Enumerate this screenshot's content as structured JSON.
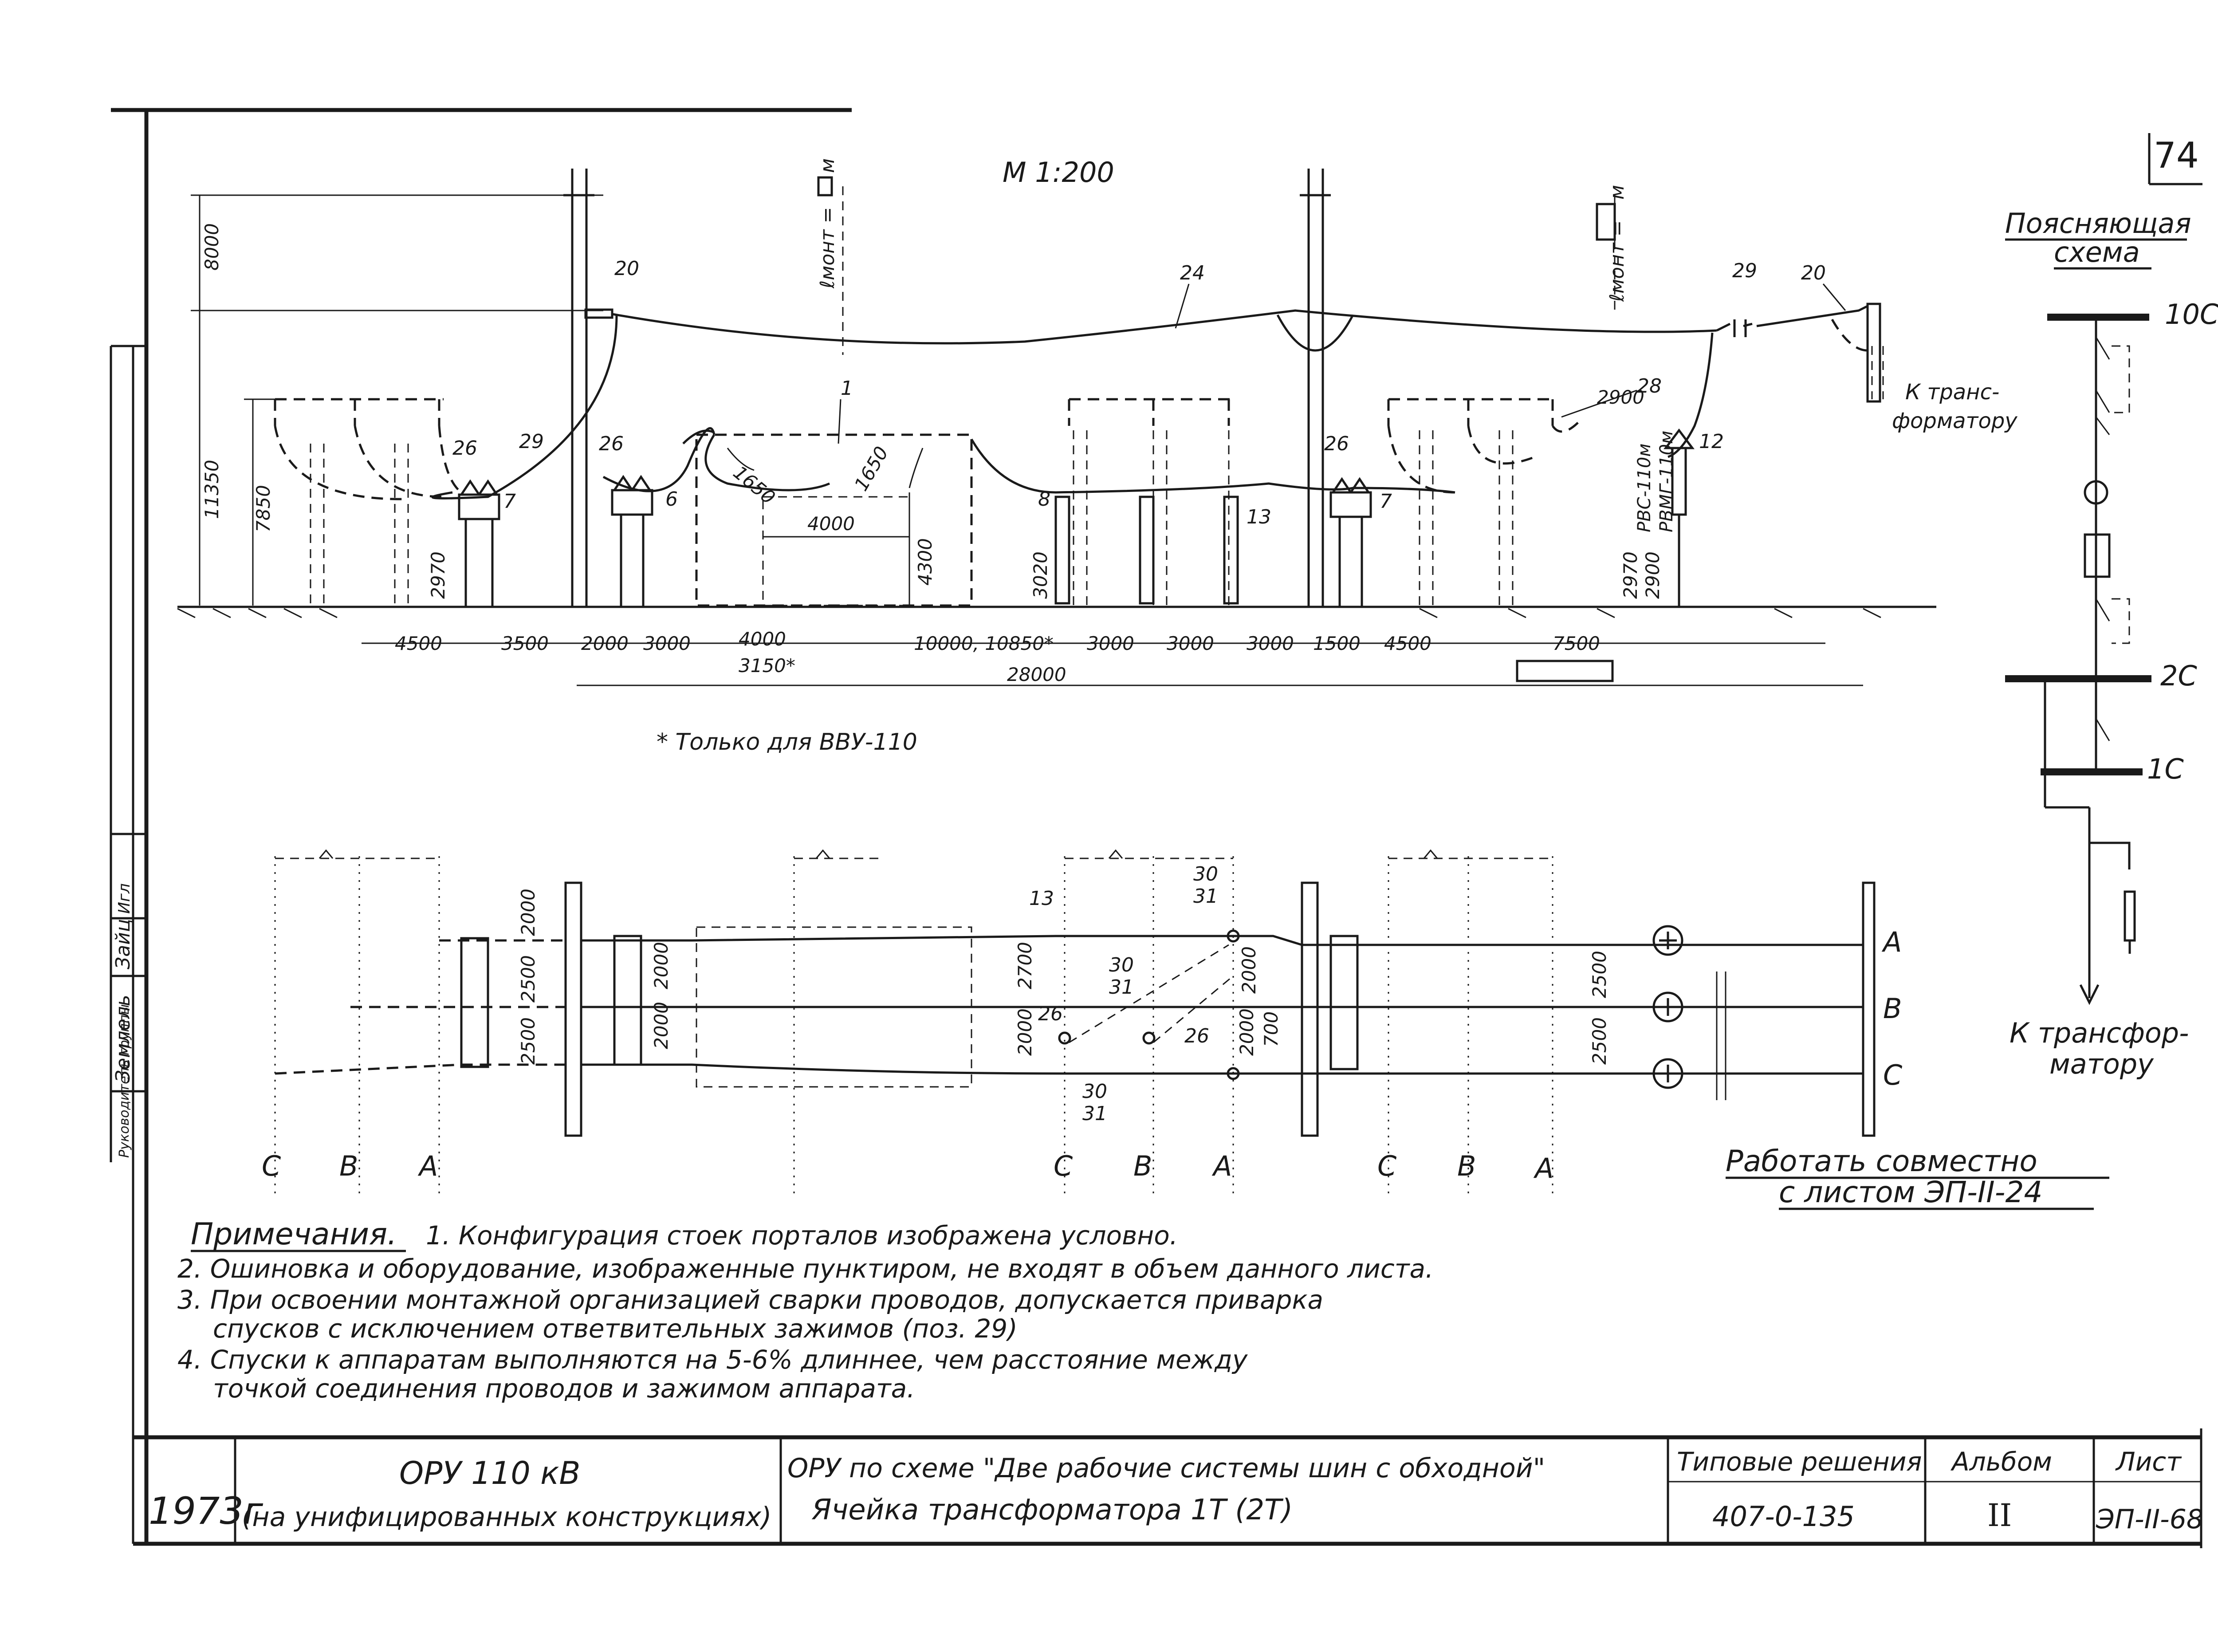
{
  "sheet_number": "74",
  "scale": "М 1:200",
  "explanatory_scheme": {
    "title_line1": "Поясняющая",
    "title_line2": "схема",
    "bus_top": "10С",
    "bus_2": "2С",
    "bus_1": "1С",
    "to_transformer_line1": "К трансфор-",
    "to_transformer_line2": "матору"
  },
  "elevation": {
    "heights": [
      "8000",
      "11350",
      "7850",
      "2970",
      "3020",
      "4300",
      "2970",
      "2900"
    ],
    "l_mont_left": "ℓмонт =",
    "l_mont_right": "ℓмонт =",
    "l_mont_unit": "м",
    "arc_left": "1650",
    "arc_right": "1650",
    "box_width": "4000",
    "sag_2900": "2900",
    "arrester_1": "РВС-110м",
    "arrester_2": "РВМГ-110м",
    "to_transformer_line1": "К транс-",
    "to_transformer_line2": "форматору",
    "dims_row1": [
      "4500",
      "3500",
      "2000",
      "3000",
      "4000",
      "10000, 10850*",
      "3000",
      "3000",
      "3000",
      "1500",
      "4500",
      "7500"
    ],
    "dim_3150": "3150*",
    "dim_total": "28000",
    "footnote": "* Только для ВВУ-110",
    "callouts": [
      "1",
      "6",
      "7",
      "7",
      "8",
      "12",
      "13",
      "20",
      "20",
      "24",
      "26",
      "26",
      "26",
      "28",
      "29",
      "29"
    ]
  },
  "plan": {
    "dims": [
      "2000",
      "2500",
      "2500",
      "2000",
      "2000",
      "2700",
      "2000",
      "2000",
      "2000",
      "700",
      "2500",
      "2500"
    ],
    "callouts": [
      "13",
      "30",
      "31",
      "30",
      "31",
      "26",
      "26",
      "30",
      "31"
    ],
    "phase_sets": [
      [
        "С",
        "В",
        "А"
      ],
      [
        "С",
        "В",
        "А"
      ],
      [
        "С",
        "В",
        "А"
      ]
    ],
    "phases_right": [
      "А",
      "В",
      "С"
    ]
  },
  "work_together_line1": "Работать совместно",
  "work_together_line2": "с листом ЭП-II-24",
  "notes": {
    "heading": "Примечания.",
    "items": [
      "1. Конфигурация стоек порталов изображена условно.",
      "2. Ошиновка и оборудование, изображенные пунктиром, не входят в объем данного листа.",
      "3. При освоении монтажной организацией сварки проводов, допускается приварка",
      "спусков с исключением ответвительных зажимов (поз. 29)",
      "4. Спуски к аппаратам выполняются на 5-6% длиннее, чем расстояние между",
      "точкой соединения проводов и зажимом аппарата."
    ]
  },
  "side_stamp": [
    "Руководитель группы",
    "Землель",
    "Зайц",
    "Игл"
  ],
  "title_block": {
    "year": "1973г",
    "object_line1": "ОРУ 110 кВ",
    "object_line2": "(на унифицированных конструкциях)",
    "scheme_line1": "ОРУ по схеме \"Две рабочие системы шин с обходной\"",
    "scheme_line2": "Ячейка   трансформатора 1Т (2Т)",
    "typical_label": "Типовые решения",
    "typical_value": "407-0-135",
    "album_label": "Альбом",
    "album_value": "II",
    "sheet_label": "Лист",
    "sheet_value": "ЭП-II-68"
  }
}
